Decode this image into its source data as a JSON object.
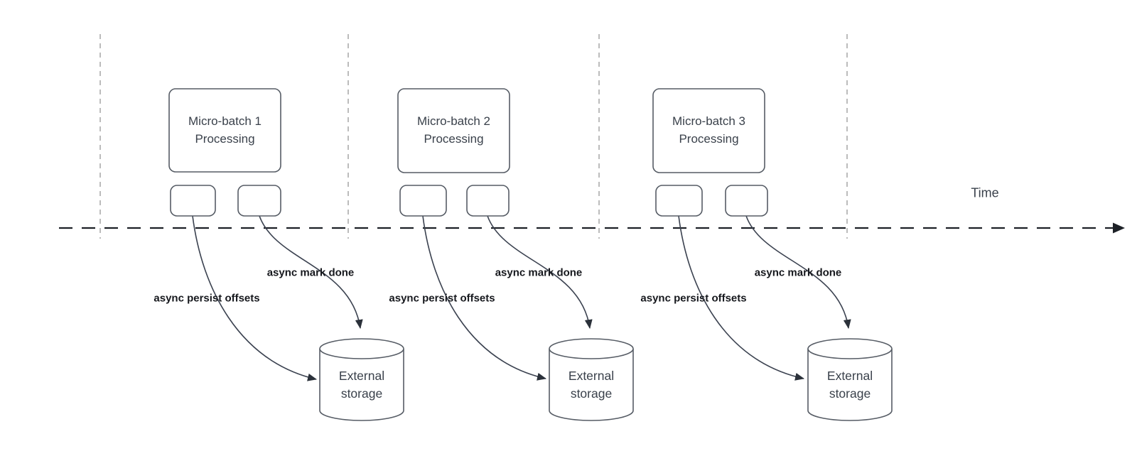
{
  "diagram": {
    "time_axis_label": "Time",
    "groups": [
      {
        "box_label": "Micro-batch 1 Processing",
        "persist_label": "async persist offsets",
        "mark_done_label": "async mark done",
        "storage_label": "External storage"
      },
      {
        "box_label": "Micro-batch 2 Processing",
        "persist_label": "async persist offsets",
        "mark_done_label": "async mark done",
        "storage_label": "External storage"
      },
      {
        "box_label": "Micro-batch 3 Processing",
        "persist_label": "async persist offsets",
        "mark_done_label": "async mark done",
        "storage_label": "External storage"
      }
    ],
    "colors": {
      "shape_stroke": "#565c65",
      "axis_color": "#1d2127",
      "gridline_color": "#ababab",
      "bold_label_color": "#16181d",
      "shape_text_color": "#3a414b"
    }
  }
}
